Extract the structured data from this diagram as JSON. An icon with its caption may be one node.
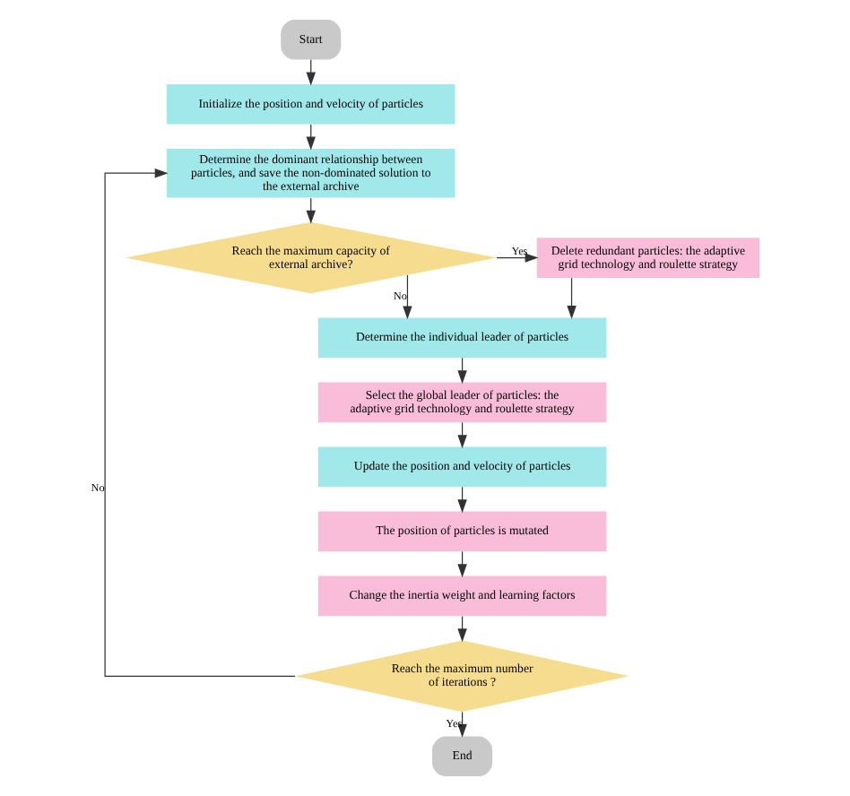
{
  "diagram": {
    "nodes": [
      {
        "text": [
          "Start"
        ]
      },
      {
        "text": [
          "Initialize the position and velocity of particles"
        ]
      },
      {
        "text": [
          "Determine the dominant relationship between particles, and save the non-dominated solution to the external archive"
        ]
      },
      {
        "text": [
          "Reach the maximum capacity of external archive?"
        ]
      },
      {
        "text": [
          "Delete redundant particles: the adaptive grid technology and roulette strategy"
        ]
      },
      {
        "text": [
          "Determine the individual leader of particles"
        ]
      },
      {
        "text": [
          "Select the global leader of particles: the adaptive grid technology and roulette strategy"
        ]
      },
      {
        "text": [
          "Update the position and velocity of particles"
        ]
      },
      {
        "text": [
          "The position of particles is mutated"
        ]
      },
      {
        "text": [
          "Change the inertia weight and learning factors"
        ]
      },
      {
        "text": [
          "Reach the maximum number of iterations ?"
        ]
      },
      {
        "text": [
          "End"
        ]
      }
    ],
    "edges": [
      {
        "from": 0,
        "to": 1,
        "arrow": "to"
      },
      {
        "from": 1,
        "to": 2,
        "arrow": "to"
      },
      {
        "from": 2,
        "to": 3,
        "arrow": "to"
      },
      {
        "from": 3,
        "to": 4,
        "arrow": "to",
        "label": "Yes"
      },
      {
        "from": 3,
        "to": 5,
        "arrow": "to",
        "label": "No"
      },
      {
        "from": 4,
        "to": 5,
        "arrow": "to"
      },
      {
        "from": 5,
        "to": 6,
        "arrow": "to"
      },
      {
        "from": 6,
        "to": 7,
        "arrow": "to"
      },
      {
        "from": 7,
        "to": 8,
        "arrow": "to"
      },
      {
        "from": 8,
        "to": 9,
        "arrow": "to"
      },
      {
        "from": 9,
        "to": 10,
        "arrow": "to"
      },
      {
        "from": 10,
        "to": 2,
        "arrow": "to",
        "label": "No"
      },
      {
        "from": 10,
        "to": 11,
        "arrow": "to",
        "label": "Yes"
      }
    ]
  }
}
